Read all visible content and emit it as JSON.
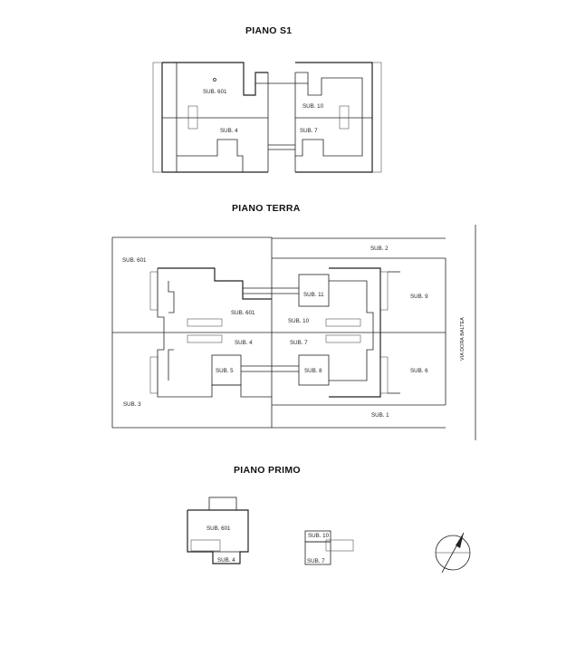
{
  "titles": {
    "s1": "PIANO S1",
    "terra": "PIANO TERRA",
    "primo": "PIANO PRIMO"
  },
  "labels_s1": {
    "sub601": "SUB. 601",
    "sub10": "SUB. 10",
    "sub4": "SUB. 4",
    "sub7": "SUB. 7"
  },
  "labels_terra": {
    "sub601_left": "SUB. 601",
    "sub2": "SUB. 2",
    "sub11": "SUB. 11",
    "sub9": "SUB. 9",
    "sub601_center": "SUB. 601",
    "sub10": "SUB. 10",
    "sub4": "SUB. 4",
    "sub7": "SUB. 7",
    "sub5": "SUB. 5",
    "sub8": "SUB. 8",
    "sub6": "SUB. 6",
    "sub3": "SUB. 3",
    "sub1": "SUB. 1",
    "road": "VIA DORA BALTEA"
  },
  "labels_primo": {
    "sub601": "SUB. 601",
    "sub4": "SUB. 4",
    "sub10": "SUB. 10",
    "sub7": "SUB. 7"
  },
  "icons": {
    "compass": "north-arrow-icon",
    "stairs": "stair-hatch-icon"
  }
}
